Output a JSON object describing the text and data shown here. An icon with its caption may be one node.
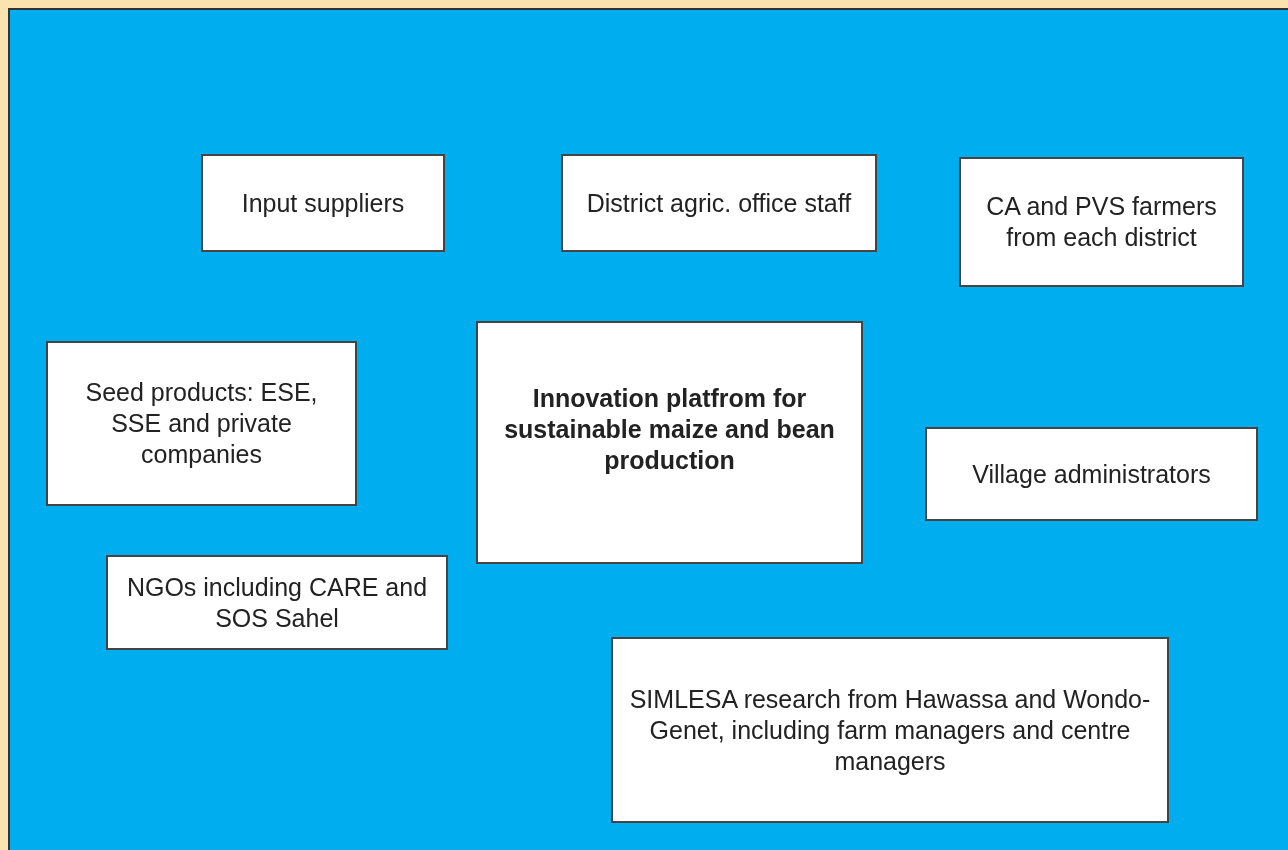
{
  "diagram": {
    "nodes": [
      {
        "text": [
          "Input suppliers"
        ]
      },
      {
        "text": [
          "District agric. office staff"
        ]
      },
      {
        "text": [
          "CA and PVS farmers from each district"
        ]
      },
      {
        "text": [
          "Seed products: ESE, SSE and private companies"
        ]
      },
      {
        "text": [
          "Innovation platfrom for sustainable maize and bean production"
        ]
      },
      {
        "text": [
          "Village administrators"
        ]
      },
      {
        "text": [
          "NGOs including CARE and SOS Sahel"
        ]
      },
      {
        "text": [
          "SIMLESA research from Hawassa and Wondo-Genet, including farm managers and centre managers"
        ]
      }
    ],
    "edges": []
  }
}
